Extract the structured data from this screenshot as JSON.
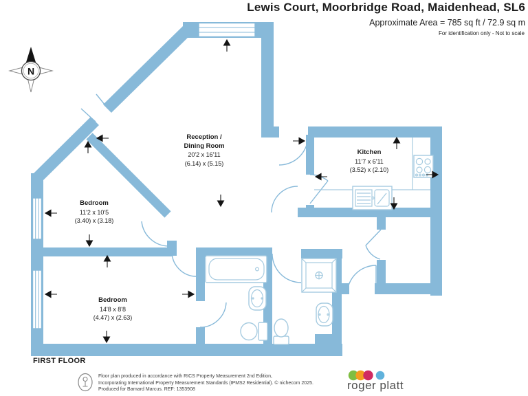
{
  "header": {
    "title": "Lewis Court, Moorbridge Road, Maidenhead, SL6",
    "area": "Approximate Area = 785 sq ft / 72.9 sq m",
    "disclaimer": "For identification only - Not to scale"
  },
  "floor_label": "FIRST FLOOR",
  "compass": {
    "label": "N"
  },
  "rooms": [
    {
      "name_line1": "Reception /",
      "name_line2": "Dining Room",
      "imperial": "20'2 x 16'11",
      "metric": "(6.14) x (5.15)"
    },
    {
      "name_line1": "Kitchen",
      "imperial": "11'7 x 6'11",
      "metric": "(3.52) x (2.10)"
    },
    {
      "name_line1": "Bedroom",
      "imperial": "11'2 x 10'5",
      "metric": "(3.40) x (3.18)"
    },
    {
      "name_line1": "Bedroom",
      "imperial": "14'8 x 8'8",
      "metric": "(4.47) x (2.63)"
    }
  ],
  "footer": {
    "disclaimer_line1": "Floor plan produced in accordance with RICS Property Measurement 2nd Edition,",
    "disclaimer_line2": "Incorporating International Property Measurement Standards (IPMS2 Residential).   © nichecom 2025.",
    "disclaimer_line3": "Produced for Barnard Marcus.   REF:  1353908",
    "brand": "roger platt"
  },
  "colors": {
    "wall": "#87b9d9",
    "fixture": "#a6cbe0",
    "arrow": "#141414",
    "logo_green": "#7fbe42",
    "logo_orange": "#f49d1f",
    "logo_pink": "#d02a61",
    "logo_blue": "#60b2dc"
  }
}
